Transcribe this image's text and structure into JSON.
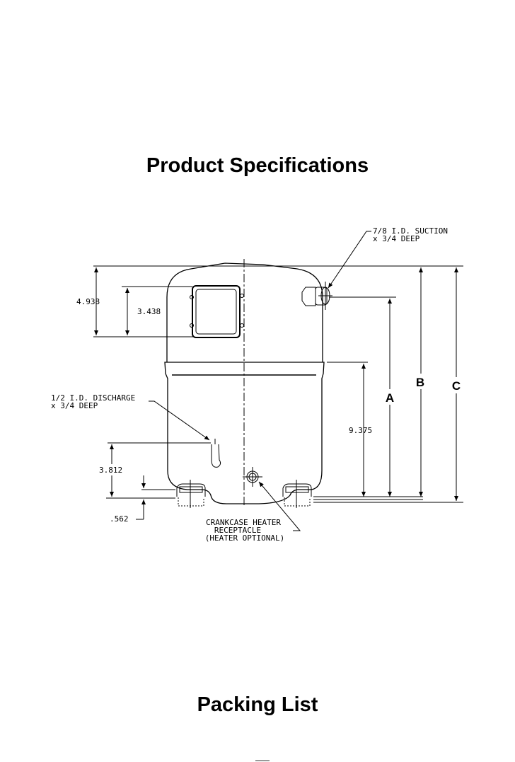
{
  "headings": {
    "product_specifications": "Product Specifications",
    "packing_list": "Packing List"
  },
  "drawing": {
    "suction_label_line1": "7/8 I.D. SUCTION",
    "suction_label_line2": "x 3/4 DEEP",
    "discharge_label_line1": "1/2 I.D. DISCHARGE",
    "discharge_label_line2": "x 3/4 DEEP",
    "crankcase_label_line1": "CRANKCASE HEATER",
    "crankcase_label_line2": "RECEPTACLE",
    "crankcase_label_line3": "(HEATER OPTIONAL)",
    "dim_4938": "4.938",
    "dim_3438": "3.438",
    "dim_9375": "9.375",
    "dim_3812": "3.812",
    "dim_562": ".562",
    "dim_a": "A",
    "dim_b": "B",
    "dim_c": "C"
  }
}
